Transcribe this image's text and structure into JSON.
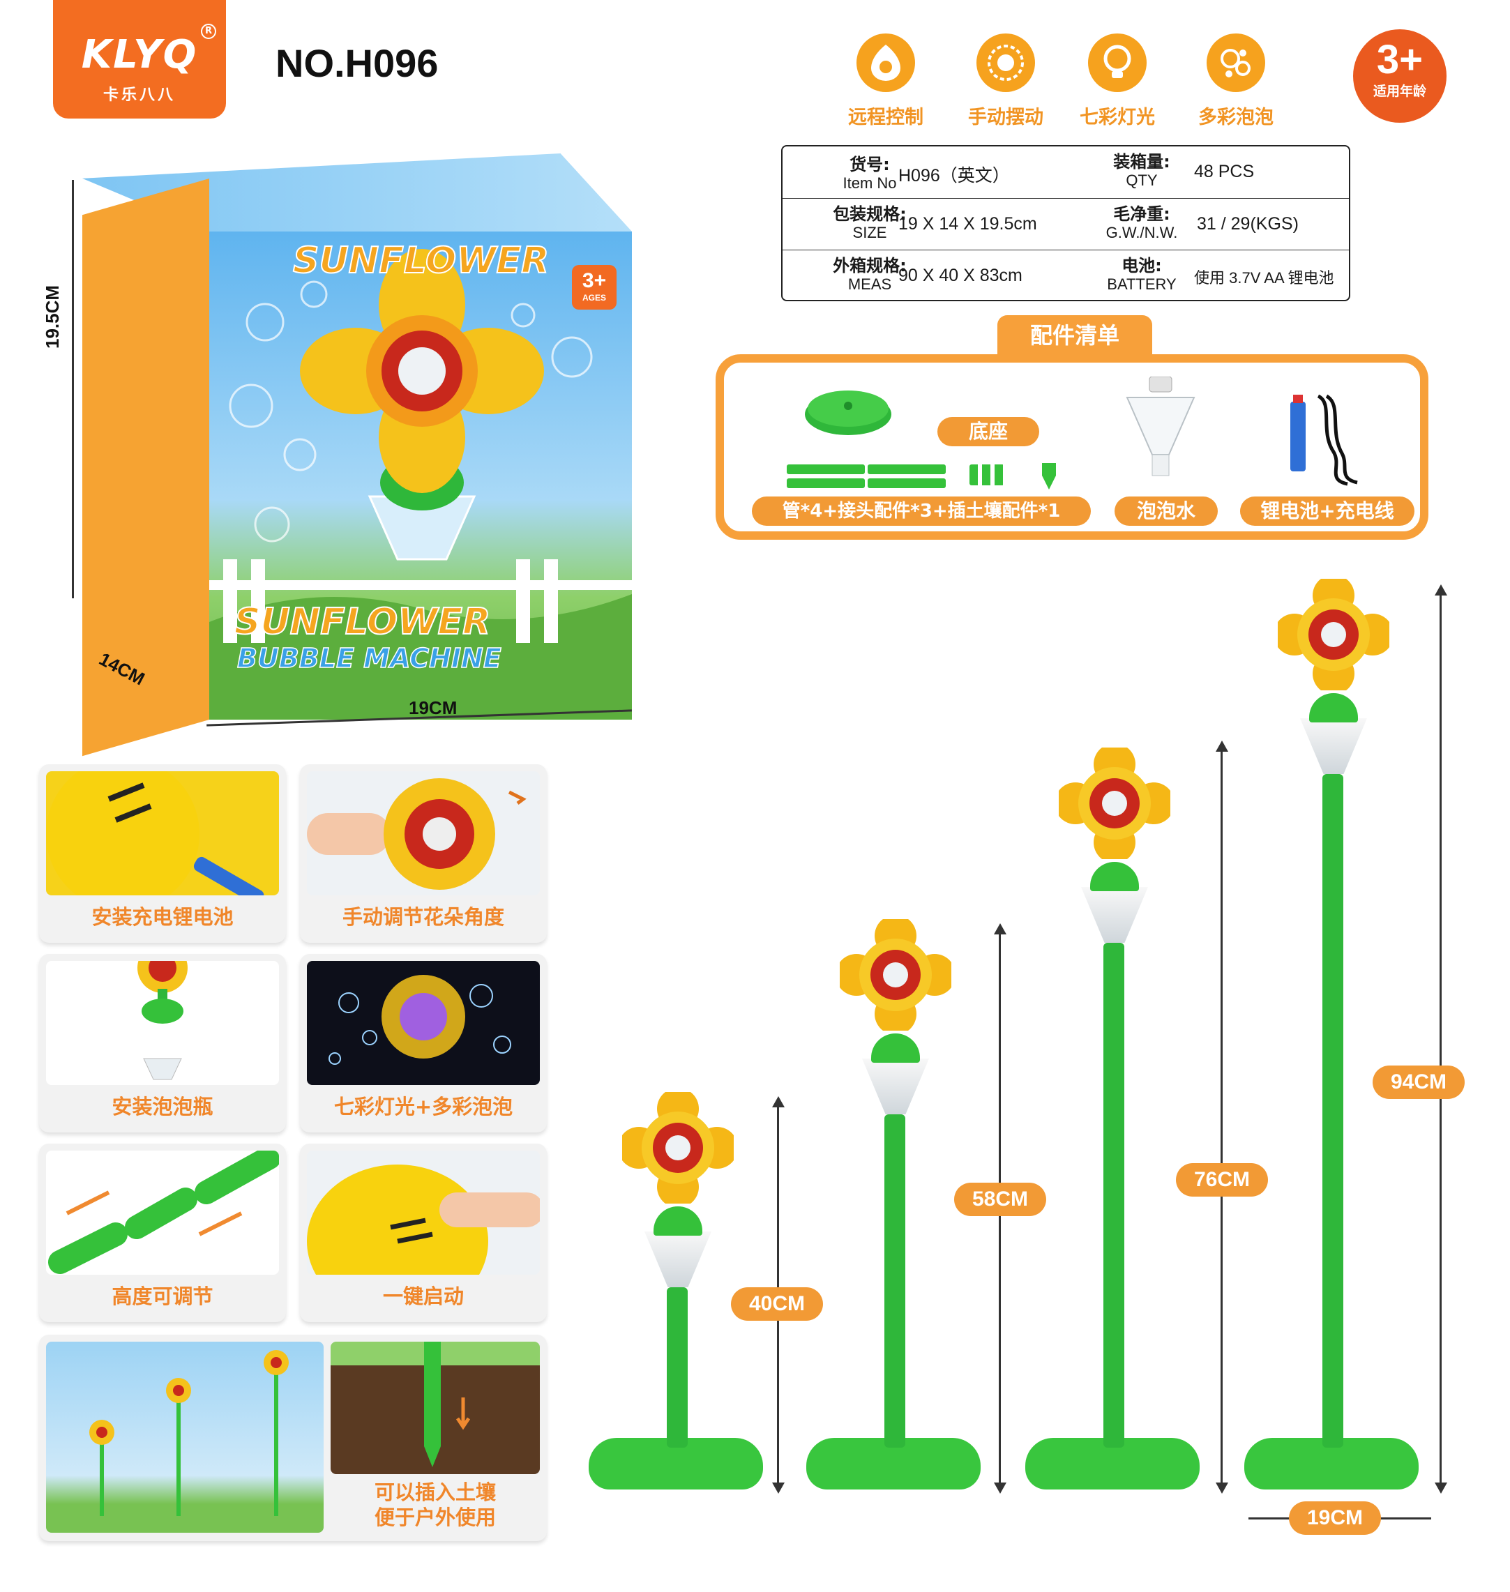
{
  "brand": {
    "logo_text": "KLYQ",
    "logo_sub": "卡乐八八",
    "registered": "R"
  },
  "model_no": "NO.H096",
  "features": [
    {
      "label": "远程控制",
      "icon": "remote-control-icon"
    },
    {
      "label": "手动摆动",
      "icon": "manual-swing-icon"
    },
    {
      "label": "七彩灯光",
      "icon": "light-bulb-icon"
    },
    {
      "label": "多彩泡泡",
      "icon": "bubbles-icon"
    }
  ],
  "age": {
    "value": "3+",
    "label": "适用年龄"
  },
  "spec": {
    "item_no_label": "货号:",
    "item_no_label_en": "Item No",
    "item_no": "H096（英文）",
    "qty_label": "装箱量:",
    "qty_label_en": "QTY",
    "qty": "48 PCS",
    "size_label": "包装规格:",
    "size_label_en": "SIZE",
    "size": "19 X 14 X 19.5cm",
    "weight_label": "毛净重:",
    "weight_label_en": "G.W./N.W.",
    "weight": "31 / 29(KGS)",
    "meas_label": "外箱规格:",
    "meas_label_en": "MEAS",
    "meas": "90 X 40 X 83cm",
    "battery_label": "电池:",
    "battery_label_en": "BATTERY",
    "battery": "使用 3.7V AA 锂电池"
  },
  "accessories": {
    "title": "配件清单",
    "base": "底座",
    "tubes": "管*4+接头配件*3+插土壤配件*1",
    "bubble_water": "泡泡水",
    "battery": "锂电池+充电线"
  },
  "box": {
    "title_line1": "SUNFLOWER",
    "title_line2": "BUBBLE MACHINE",
    "age_badge": "3+",
    "age_badge_sub": "AGES",
    "height": "19.5CM",
    "depth": "14CM",
    "width": "19CM"
  },
  "tiles": [
    {
      "caption": "安装充电锂电池"
    },
    {
      "caption": "手动调节花朵角度"
    },
    {
      "caption": "安装泡泡瓶"
    },
    {
      "caption": "七彩灯光+多彩泡泡"
    },
    {
      "caption": "高度可调节"
    },
    {
      "caption": "一键启动"
    },
    {
      "caption_line1": "可以插入土壤",
      "caption_line2": "便于户外使用"
    }
  ],
  "heights": [
    "40CM",
    "58CM",
    "76CM",
    "94CM"
  ],
  "base_width": "19CM",
  "colors": {
    "orange": "#f29a35",
    "green": "#35c13a",
    "brand_orange": "#f36d21",
    "petal": "#f5c21b",
    "petal_red": "#c8281c"
  }
}
